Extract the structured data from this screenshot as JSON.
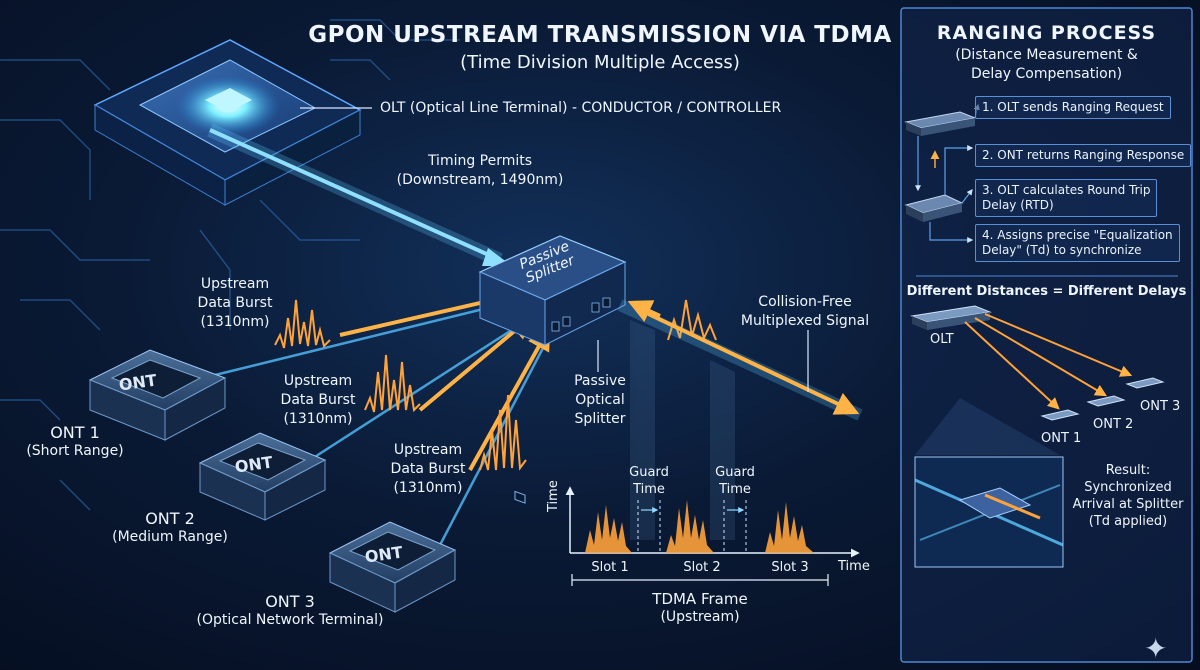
{
  "header": {
    "title": "GPON UPSTREAM TRANSMISSION VIA TDMA",
    "subtitle": "(Time Division Multiple Access)"
  },
  "olt": {
    "label": "OLT (Optical Line Terminal) - CONDUCTOR / CONTROLLER"
  },
  "downstream": {
    "line1": "Timing Permits",
    "line2": "(Downstream, 1490nm)"
  },
  "splitter": {
    "box_line1": "Passive",
    "box_line2": "Splitter",
    "callout_line1": "Passive",
    "callout_line2": "Optical",
    "callout_line3": "Splitter"
  },
  "output": {
    "line1": "Collision-Free",
    "line2": "Multiplexed Signal"
  },
  "bursts": [
    {
      "line1": "Upstream",
      "line2": "Data Burst",
      "line3": "(1310nm)"
    },
    {
      "line1": "Upstream",
      "line2": "Data Burst",
      "line3": "(1310nm)"
    },
    {
      "line1": "Upstream",
      "line2": "Data Burst",
      "line3": "(1310nm)"
    }
  ],
  "onts": [
    {
      "box": "ONT",
      "name": "ONT 1",
      "range": "(Short Range)"
    },
    {
      "box": "ONT",
      "name": "ONT 2",
      "range": "(Medium Range)"
    },
    {
      "box": "ONT",
      "name": "ONT 3",
      "range": "(Optical Network Terminal)"
    }
  ],
  "tdma": {
    "y_axis": "Time",
    "x_axis": "Time",
    "slots": [
      "Slot 1",
      "Slot 2",
      "Slot 3"
    ],
    "guard_line1": "Guard",
    "guard_line2": "Time",
    "frame_line1": "TDMA Frame",
    "frame_line2": "(Upstream)"
  },
  "ranging": {
    "title": "RANGING PROCESS",
    "subtitle_line1": "(Distance Measurement &",
    "subtitle_line2": "Delay Compensation)",
    "steps": [
      {
        "line1": "1. OLT sends Ranging Request",
        "line2": ""
      },
      {
        "line1": "2. ONT returns Ranging Response",
        "line2": ""
      },
      {
        "line1": "3. OLT calculates Round Trip",
        "line2": "Delay (RTD)"
      },
      {
        "line1": "4. Assigns precise \"Equalization",
        "line2": "Delay\" (Td) to synchronize"
      }
    ],
    "distances_title": "Different Distances = Different Delays",
    "olt_label": "OLT",
    "ont_labels": [
      "ONT 1",
      "ONT 2",
      "ONT 3"
    ],
    "result_line1": "Result:",
    "result_line2": "Synchronized",
    "result_line3": "Arrival at Splitter",
    "result_line4": "(Td applied)"
  },
  "colors": {
    "background": "#0a1a35",
    "fiber_blue": "#5fc8ff",
    "burst_orange": "#ffa23a",
    "panel_border": "#4f86cf"
  }
}
